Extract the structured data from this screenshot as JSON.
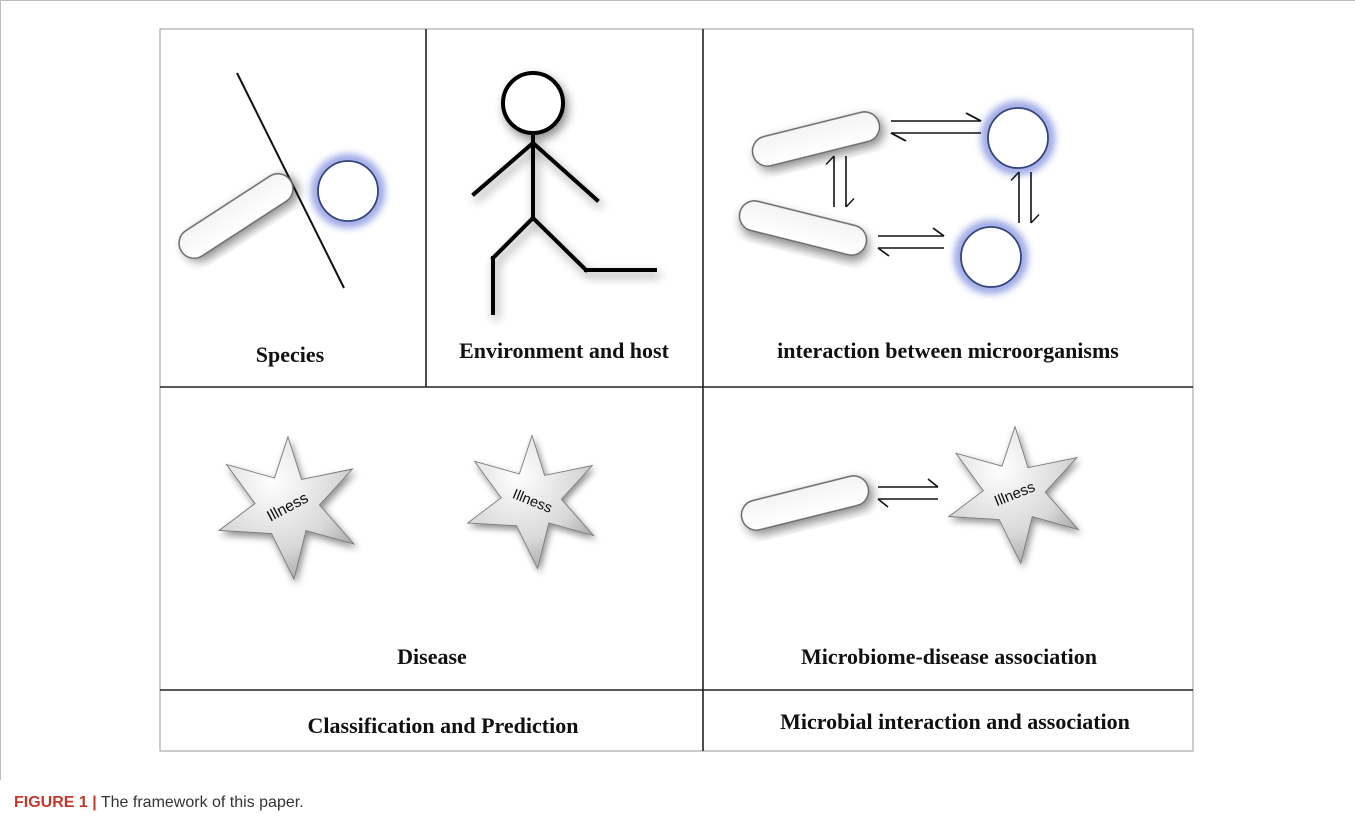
{
  "labels": {
    "species": "Species",
    "environment": "Environment and host",
    "interaction": "interaction between microorganisms",
    "disease": "Disease",
    "association": "Microbiome-disease association",
    "classification": "Classification and Prediction",
    "microbial": "Microbial interaction and association"
  },
  "illness_text": "Illness",
  "caption": {
    "label": "FIGURE 1 |",
    "text": " The framework of this paper."
  },
  "colors": {
    "circle_glow": "#5b6fd6",
    "caption_label": "#c0392b",
    "grid_line": "#222222"
  },
  "icons": [
    "bacterium-rod-icon",
    "bacterium-coccus-icon",
    "stick-figure-icon",
    "exchange-arrow-icon",
    "illness-star-icon"
  ]
}
